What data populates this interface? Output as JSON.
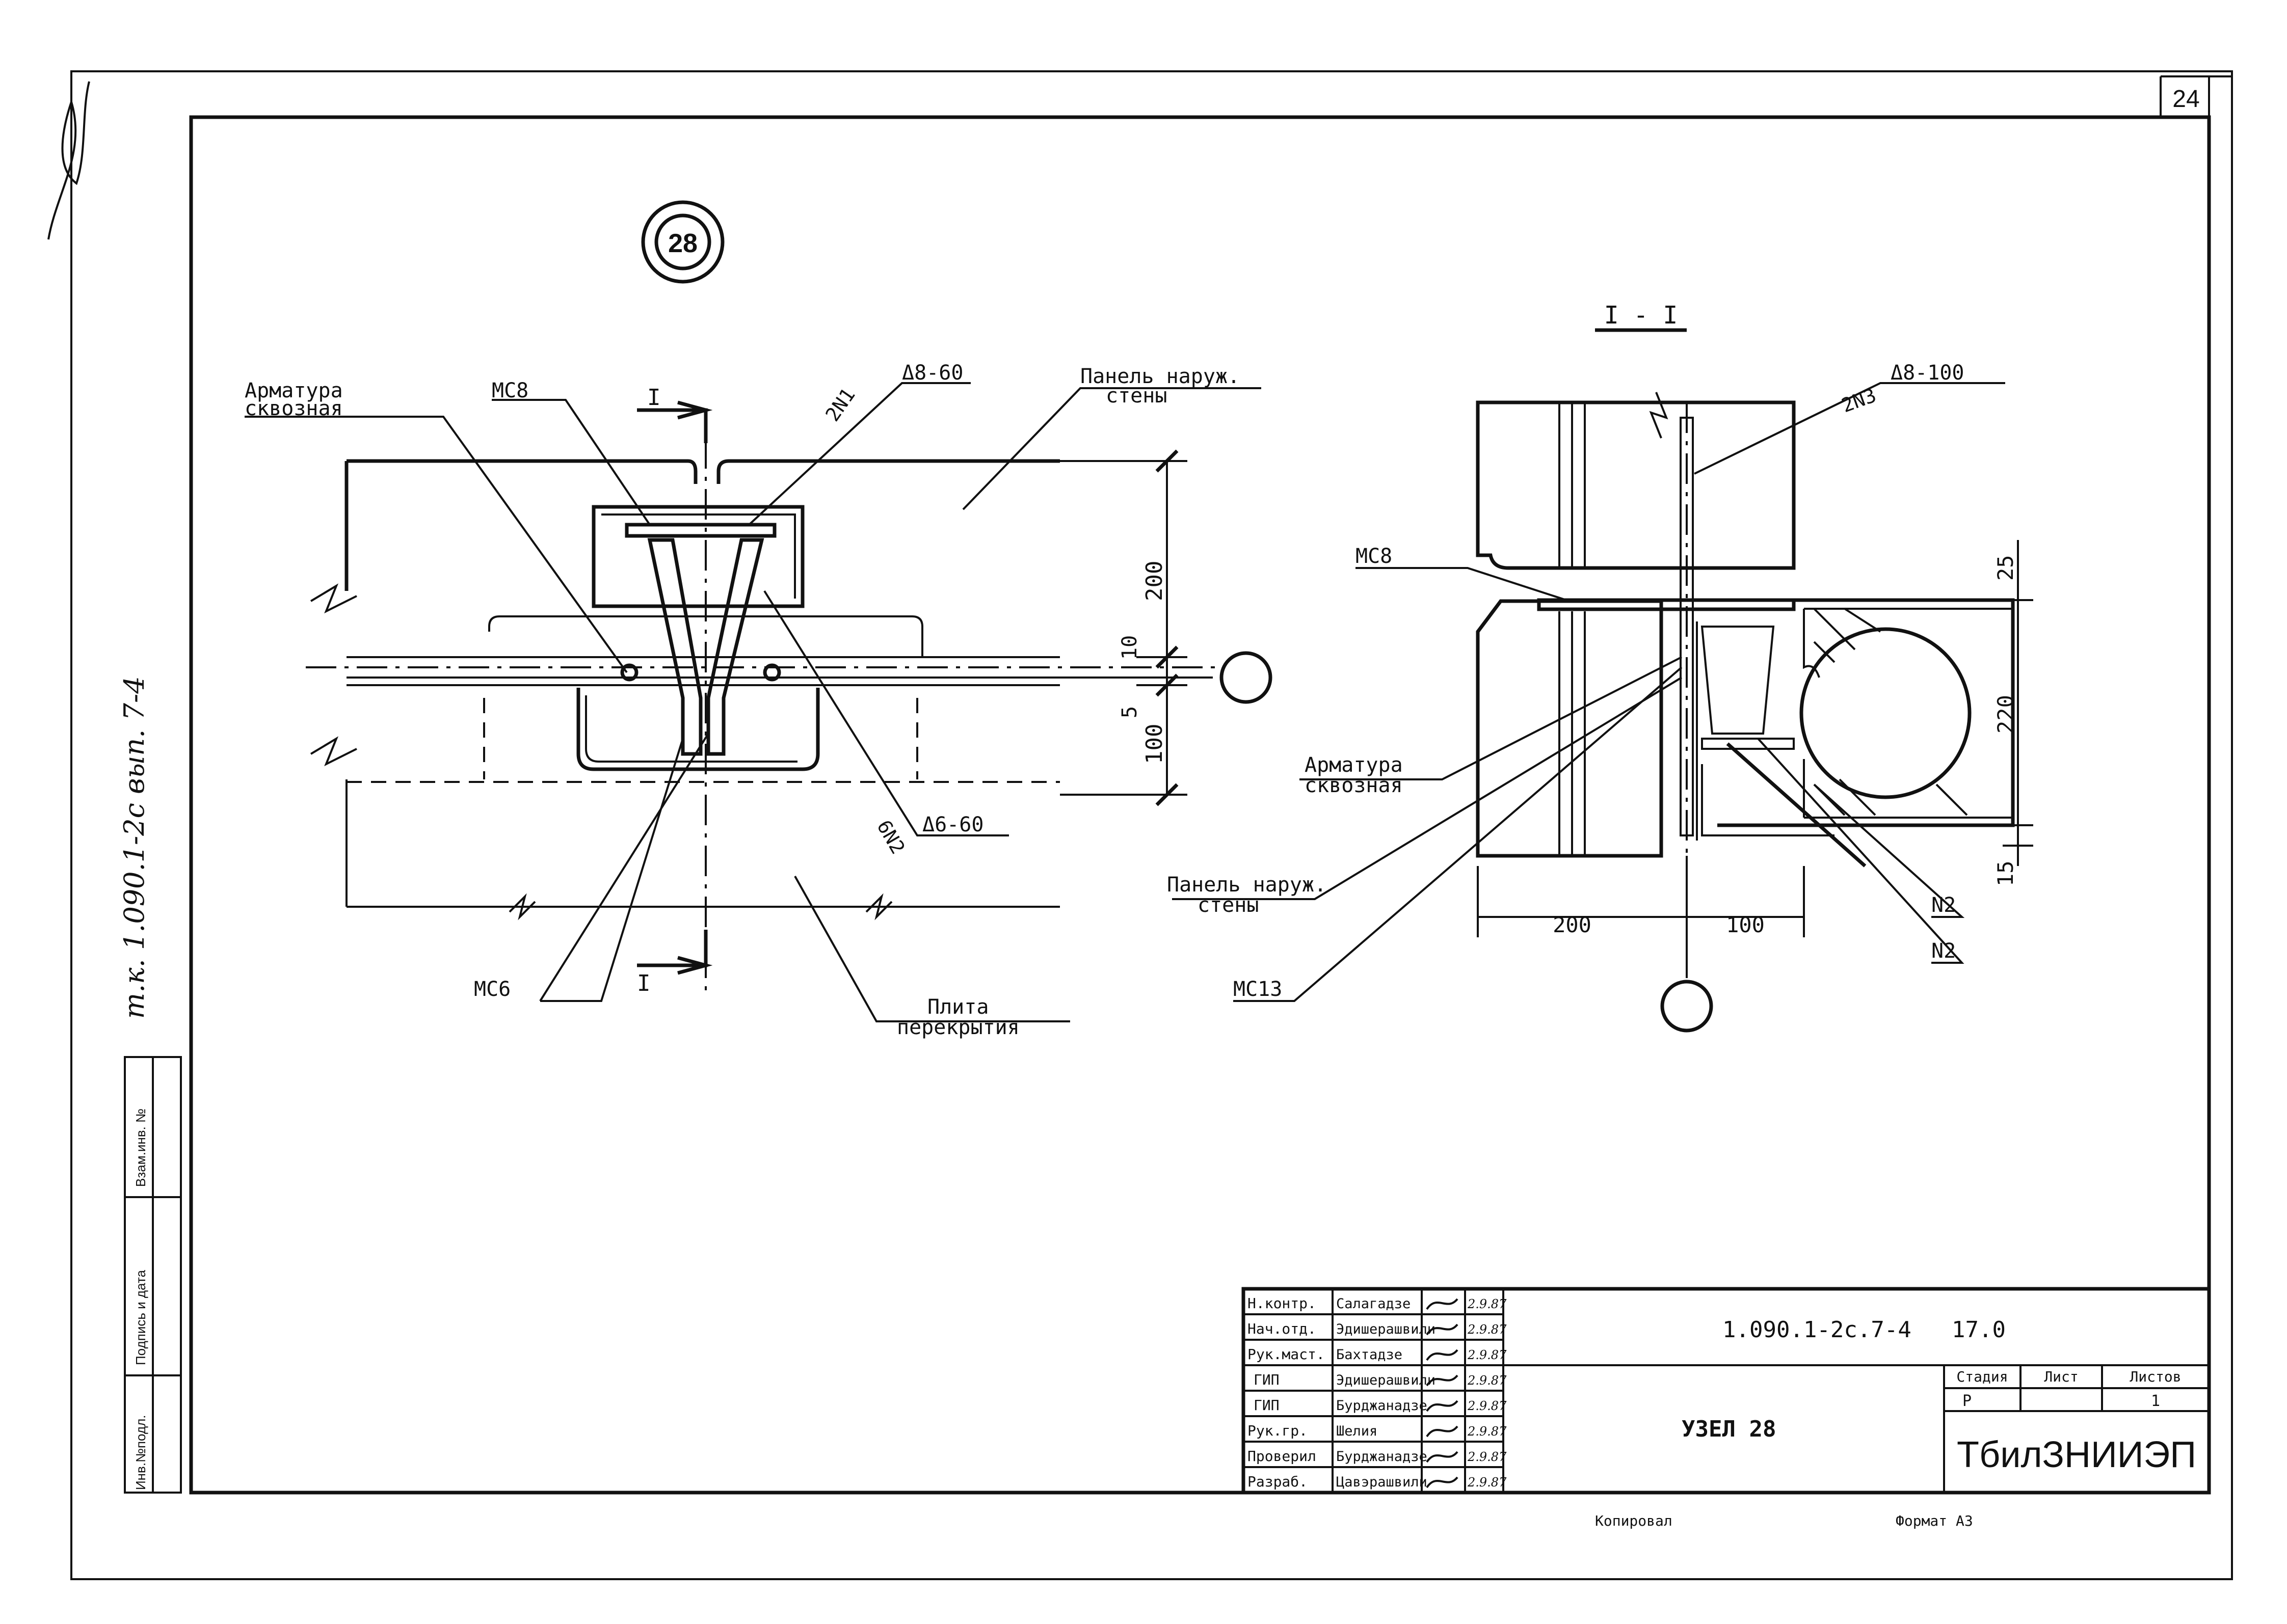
{
  "sheet": {
    "page_number": "24",
    "side_stamp": "т.к. 1.090.1-2с вып. 7-4",
    "side_columns": [
      "Инв.№подл.",
      "Подпись и дата",
      "Взам.инв. №"
    ]
  },
  "node": {
    "number": "28"
  },
  "plan_view": {
    "section_mark_top": "I",
    "section_mark_bottom": "I",
    "label_armatura": [
      "Арматура",
      "сквозная"
    ],
    "label_mc8": "МС8",
    "label_2n1": "2N1",
    "label_2n1_spec": "Δ8-60",
    "label_panel": [
      "Панель наруж.",
      "стены"
    ],
    "label_6n2": "6N2",
    "label_6n2_spec": "Δ6-60",
    "label_mc6": "МС6",
    "label_slab": [
      "Плита",
      "перекрытия"
    ],
    "dims": [
      "200",
      "10",
      "5",
      "100"
    ]
  },
  "section_view": {
    "title": "I - I",
    "label_2n3": "2N3",
    "label_2n3_spec": "Δ8-100",
    "label_mc8": "МС8",
    "label_armatura": [
      "Арматура",
      "сквозная"
    ],
    "label_panel": [
      "Панель наруж.",
      "стены"
    ],
    "label_mc13": "МС13",
    "label_n2_a": "N2",
    "label_n2_b": "N2",
    "dims_vertical": [
      "25",
      "220",
      "15"
    ],
    "dims_horizontal": [
      "200",
      "100"
    ]
  },
  "title_block": {
    "roles": [
      "Н.контр.",
      "Нач.отд.",
      "Рук.маст.",
      "ГИП",
      "ГИП",
      "Рук.гр.",
      "Проверил",
      "Разраб."
    ],
    "names": [
      "Салагадзе",
      "Эдишерашвили",
      "Бахтадзе",
      "Эдишерашвили",
      "Бурджанадзе",
      "Шелия",
      "Бурджанадзе",
      "Цавэрашвили"
    ],
    "dates": [
      "2.9.87",
      "2.9.87",
      "2.9.87",
      "2.9.87",
      "2.9.87",
      "2.9.87",
      "2.9.87",
      "2.9.87"
    ],
    "document_code": "1.090.1-2с.7-4",
    "document_code_suffix": "17.0",
    "sheet_title": "УЗЕЛ 28",
    "stage_header": "Стадия",
    "sheet_header": "Лист",
    "sheets_header": "Листов",
    "stage_value": "Р",
    "sheets_value": "1",
    "organization": "ТбилЗНИИЭП",
    "copied_label": "Копировал",
    "format_label": "Формат А3"
  }
}
